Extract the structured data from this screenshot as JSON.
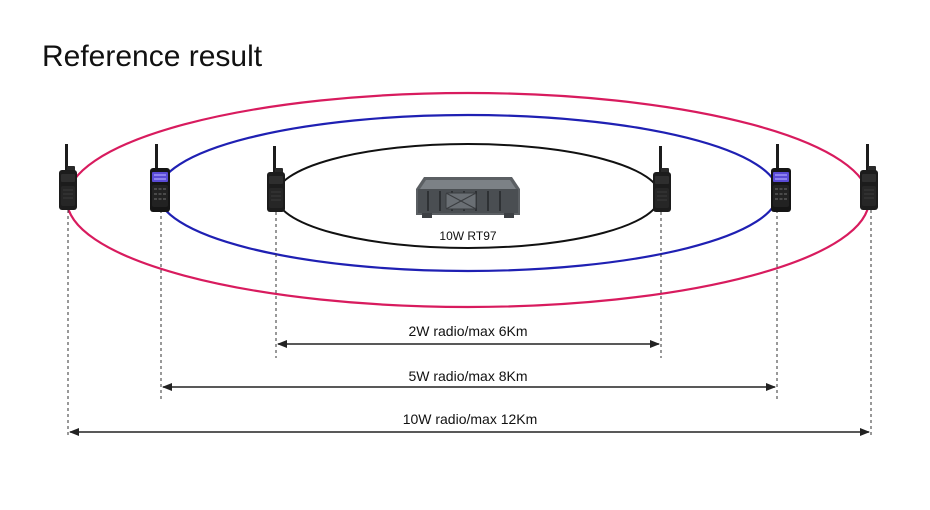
{
  "title": "Reference result",
  "repeater": {
    "label": "10W RT97"
  },
  "ranges": [
    {
      "label": "2W radio/max 6Km",
      "color": "#111111"
    },
    {
      "label": "5W radio/max 8Km",
      "color": "#1f20b3"
    },
    {
      "label": "10W radio/max 12Km",
      "color": "#d81b5e"
    }
  ],
  "colors": {
    "inner_ring": "#111111",
    "middle_ring": "#1f20b3",
    "outer_ring": "#d81b5e",
    "dimension_line": "#222222",
    "radio_body": "#1c1c1c",
    "radio_display": "#5a4bd6",
    "repeater_body": "#5b5f63"
  },
  "icons": {
    "radio": "walkie-talkie-icon",
    "repeater": "repeater-icon"
  }
}
